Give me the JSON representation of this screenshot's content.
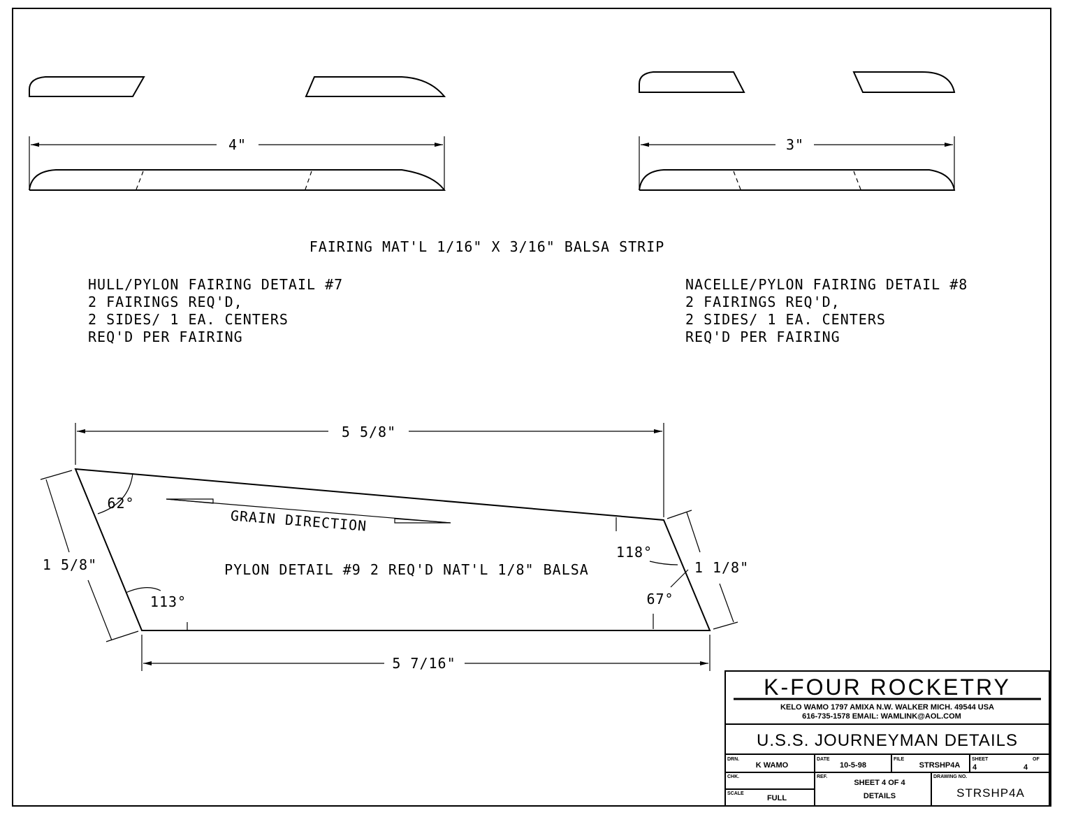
{
  "fairing_dims": {
    "hull": "4\"",
    "nacelle": "3\""
  },
  "material_note": "FAIRING MAT'L 1/16\" X 3/16\" BALSA STRIP",
  "detail7": [
    "HULL/PYLON FAIRING DETAIL #7",
    "2 FAIRINGS REQ'D,",
    "2 SIDES/ 1 EA. CENTERS",
    "REQ'D PER FAIRING"
  ],
  "detail8": [
    "NACELLE/PYLON FAIRING DETAIL #8",
    "2 FAIRINGS REQ'D,",
    "2 SIDES/ 1 EA. CENTERS",
    "REQ'D PER FAIRING"
  ],
  "pylon": {
    "top_dim": "5 5/8\"",
    "bottom_dim": "5 7/16\"",
    "left_dim": "1 5/8\"",
    "right_dim": "1 1/8\"",
    "angles": {
      "top_left": "62°",
      "top_right": "118°",
      "bottom_left": "113°",
      "bottom_right": "67°"
    },
    "grain": "GRAIN DIRECTION",
    "label": "PYLON DETAIL #9 2 REQ'D NAT'L 1/8\" BALSA"
  },
  "title_block": {
    "company": "K-FOUR ROCKETRY",
    "address1": "KELO WAMO   1797 AMIXA N.W.   WALKER MICH. 49544     USA",
    "address2": "616-735-1578      EMAIL: WAMLINK@AOL.COM",
    "title": "U.S.S. JOURNEYMAN DETAILS",
    "drn_label": "DRN.",
    "drn": "K WAMO",
    "date_label": "DATE",
    "date": "10-5-98",
    "file_label": "FILE",
    "file": "STRSHP4A",
    "sheet_label": "SHEET",
    "sheet": "4",
    "of_label": "OF",
    "of": "4",
    "chk_label": "CHK.",
    "scale_label": "SCALE",
    "scale": "FULL",
    "ref_label": "REF.",
    "ref1": "SHEET 4 OF 4",
    "ref2": "DETAILS",
    "dwg_label": "DRAWING NO.",
    "dwg": "STRSHP4A"
  }
}
